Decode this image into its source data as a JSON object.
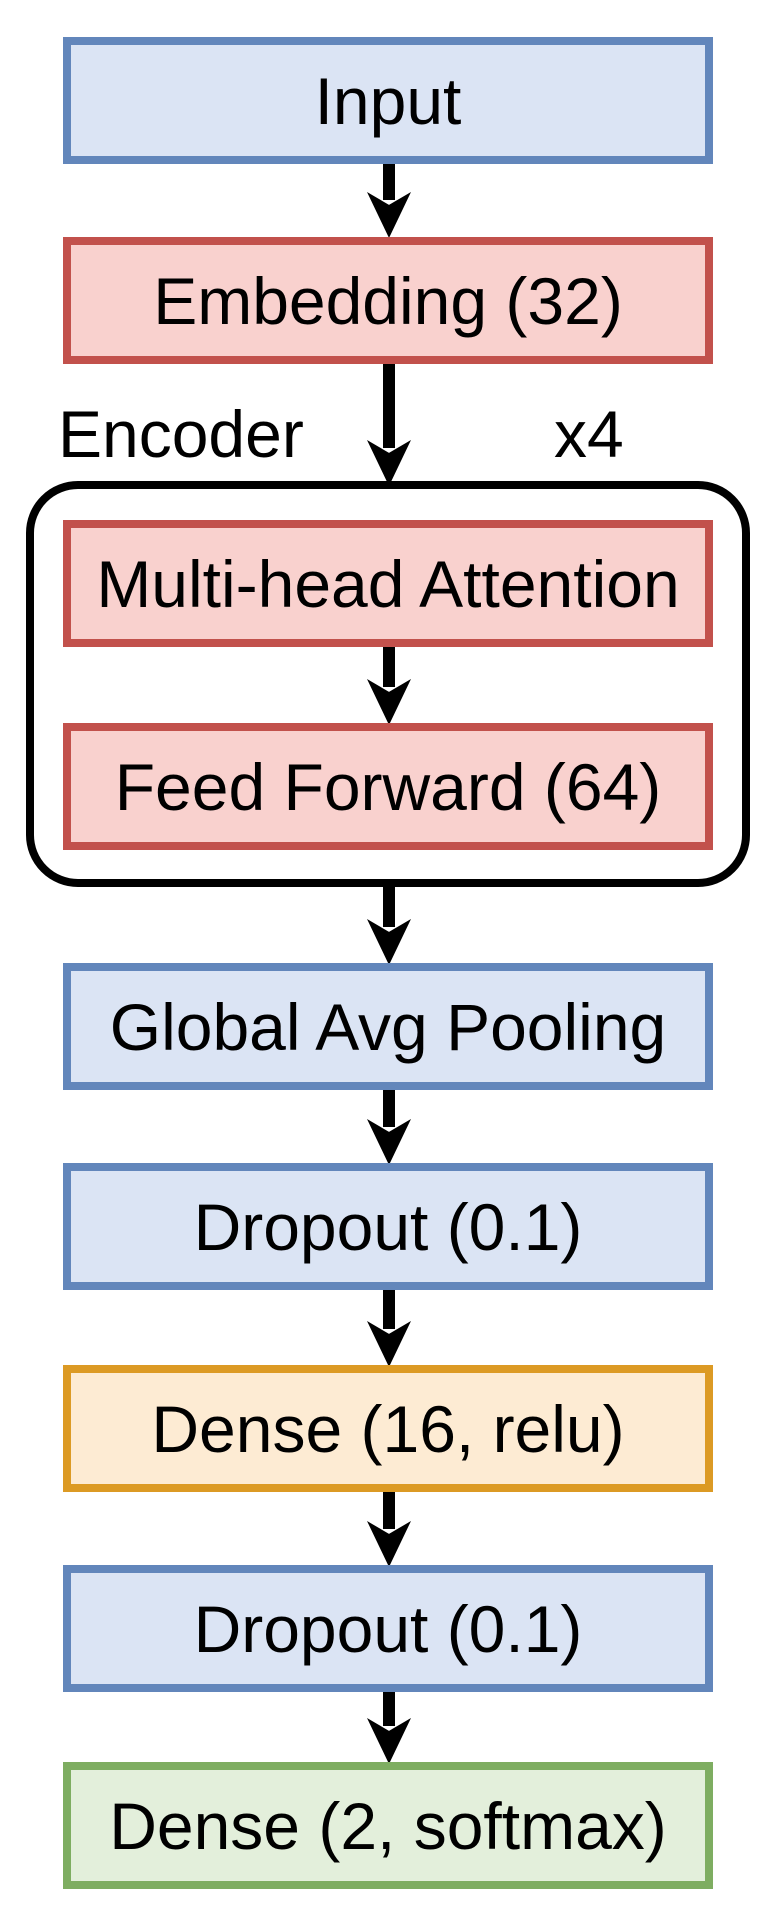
{
  "diagram": {
    "kind": "neural-network-flowchart",
    "background": "#ffffff",
    "text_color": "#000000"
  },
  "palette": {
    "blue": {
      "fill": "#dbe4f4",
      "border": "#6286bb"
    },
    "red": {
      "fill": "#f9d1ce",
      "border": "#c2514c"
    },
    "orange": {
      "fill": "#fdebd3",
      "border": "#dc9a24"
    },
    "green": {
      "fill": "#e3efdb",
      "border": "#7ead61"
    },
    "arrow": "#000000",
    "encoder_outline": "#000000"
  },
  "encoder_group": {
    "label": "Encoder",
    "repeat_label": "x4"
  },
  "nodes": [
    {
      "id": "input",
      "label": "Input",
      "color": "blue"
    },
    {
      "id": "embedding",
      "label": "Embedding (32)",
      "color": "red"
    },
    {
      "id": "multi_head_attention",
      "label": "Multi-head Attention",
      "color": "red"
    },
    {
      "id": "feed_forward",
      "label": "Feed Forward (64)",
      "color": "red"
    },
    {
      "id": "global_avg_pooling",
      "label": "Global Avg Pooling",
      "color": "blue"
    },
    {
      "id": "dropout_1",
      "label": "Dropout (0.1)",
      "color": "blue"
    },
    {
      "id": "dense_relu",
      "label": "Dense (16, relu)",
      "color": "orange"
    },
    {
      "id": "dropout_2",
      "label": "Dropout (0.1)",
      "color": "blue"
    },
    {
      "id": "dense_softmax",
      "label": "Dense (2, softmax)",
      "color": "green"
    }
  ],
  "edges": [
    {
      "from": "input",
      "to": "embedding"
    },
    {
      "from": "embedding",
      "to": "encoder_block"
    },
    {
      "from": "multi_head_attention",
      "to": "feed_forward"
    },
    {
      "from": "encoder_block",
      "to": "global_avg_pooling"
    },
    {
      "from": "global_avg_pooling",
      "to": "dropout_1"
    },
    {
      "from": "dropout_1",
      "to": "dense_relu"
    },
    {
      "from": "dense_relu",
      "to": "dropout_2"
    },
    {
      "from": "dropout_2",
      "to": "dense_softmax"
    }
  ]
}
